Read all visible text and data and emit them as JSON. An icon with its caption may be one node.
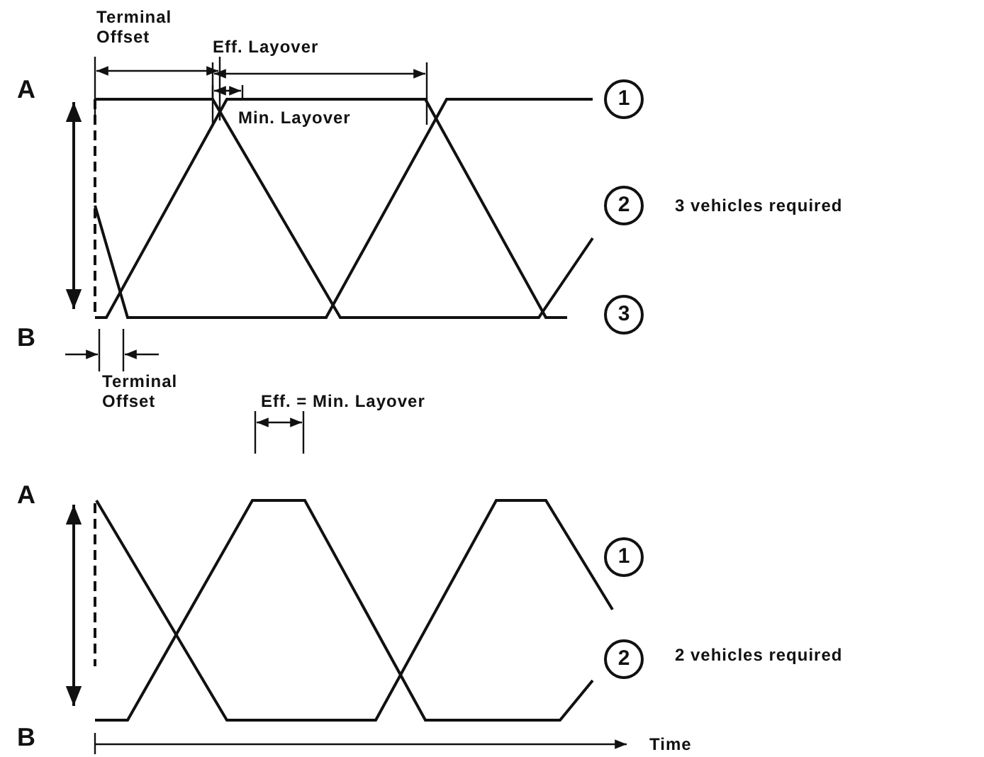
{
  "diagram": {
    "nodes": [
      {
        "text": [
          "1"
        ]
      },
      {
        "text": [
          "2"
        ]
      },
      {
        "text": [
          "3"
        ]
      },
      {
        "text": [
          "1"
        ]
      },
      {
        "text": [
          "2"
        ]
      }
    ],
    "labels": [
      "Terminal Offset",
      "Eff. Layover",
      "Min. Layover",
      "A",
      "3 vehicles required",
      "B",
      "Terminal Offset",
      "Eff. = Min. Layover",
      "A",
      "2 vehicles required",
      "B",
      "Time"
    ]
  }
}
